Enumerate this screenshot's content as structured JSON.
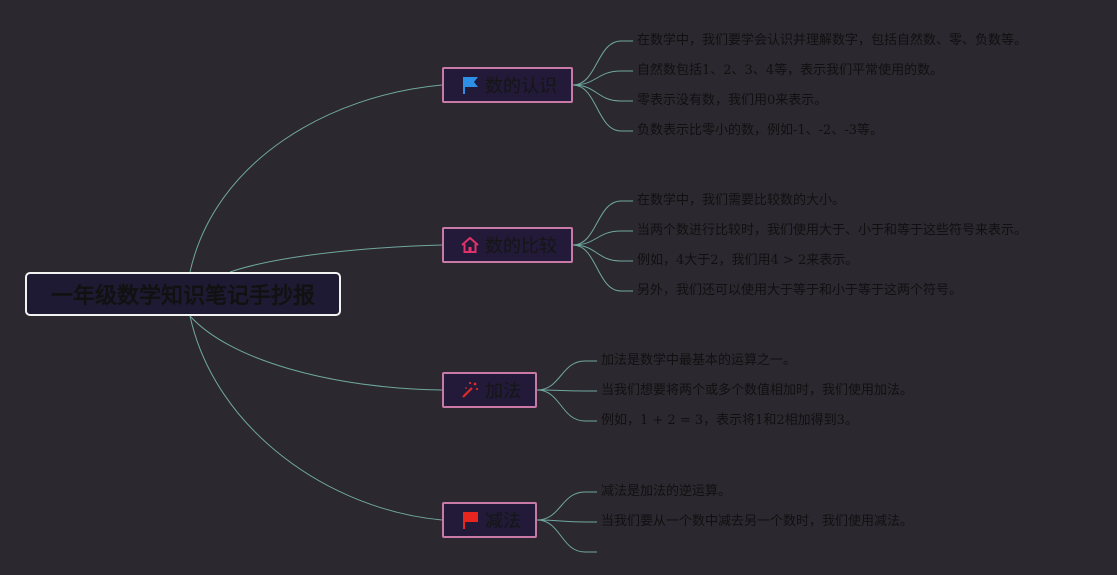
{
  "root": {
    "title": "一年级数学知识笔记手抄报"
  },
  "branches": [
    {
      "label": "数的认识",
      "icon": "blue-flag-icon",
      "icon_color": "#2e8fe6",
      "items": [
        "在数学中，我们要学会认识并理解数字，包括自然数、零、负数等。",
        "自然数包括1、2、3、4等，表示我们平常使用的数。",
        "零表示没有数，我们用0来表示。",
        "负数表示比零小的数，例如-1、-2、-3等。"
      ]
    },
    {
      "label": "数的比较",
      "icon": "home-icon",
      "icon_color": "#e0336b",
      "items": [
        "在数学中，我们需要比较数的大小。",
        "当两个数进行比较时，我们使用大于、小于和等于这些符号来表示。",
        "例如，4大于2，我们用4 > 2来表示。",
        "另外，我们还可以使用大于等于和小于等于这两个符号。"
      ]
    },
    {
      "label": "加法",
      "icon": "magic-wand-icon",
      "icon_color": "#e02a2a",
      "items": [
        "加法是数学中最基本的运算之一。",
        "当我们想要将两个或多个数值相加时，我们使用加法。",
        "例如，1 + 2 = 3，表示将1和2相加得到3。"
      ]
    },
    {
      "label": "减法",
      "icon": "red-flag-icon",
      "icon_color": "#e8261f",
      "items": [
        "减法是加法的逆运算。",
        "当我们要从一个数中减去另一个数时，我们使用减法。",
        ""
      ]
    }
  ],
  "colors": {
    "background": "#2c282f",
    "connector": "#6fa8a0",
    "branch_border": "#c879a6",
    "root_border": "#f2f2f2"
  }
}
